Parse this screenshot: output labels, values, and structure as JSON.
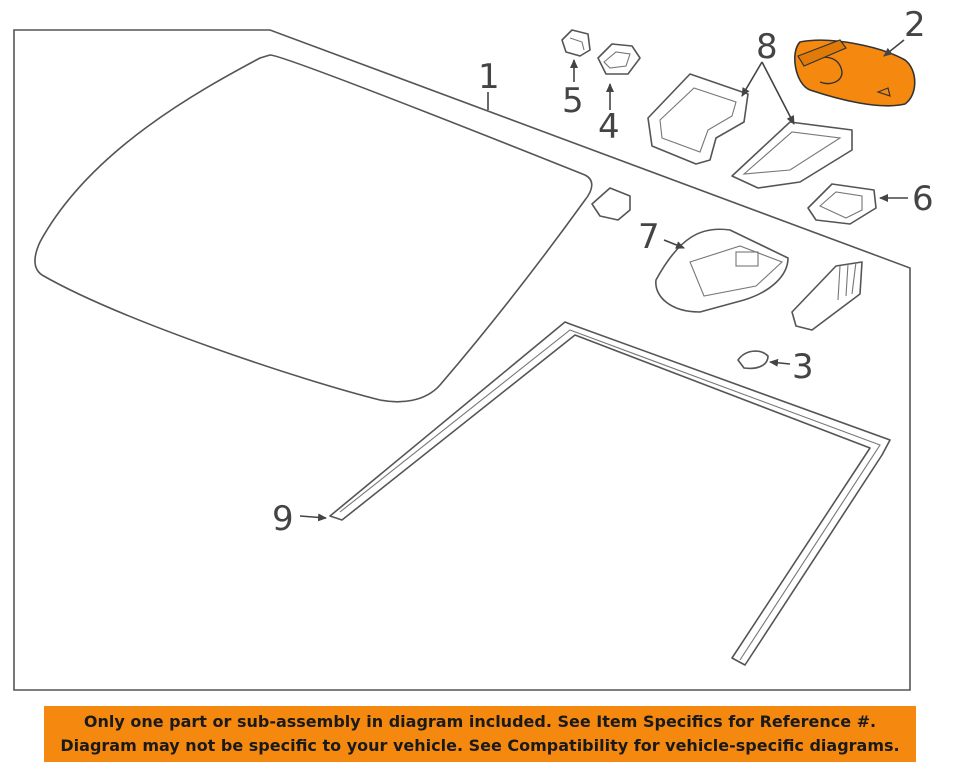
{
  "callouts": {
    "windshield": "1",
    "mirror": "2",
    "cover_small": "3",
    "sensor_4": "4",
    "clip_5": "5",
    "bracket_6": "6",
    "bracket_7": "7",
    "covers_8": "8",
    "molding": "9"
  },
  "notice": {
    "line1": "Only one part or sub-assembly in diagram included. See Item Specifics for Reference #.",
    "line2": "Diagram may not be specific to your vehicle. See Compatibility for vehicle-specific diagrams."
  },
  "colors": {
    "highlight": "#f5890f",
    "line": "#555555",
    "notice_bg": "#f5890f"
  }
}
